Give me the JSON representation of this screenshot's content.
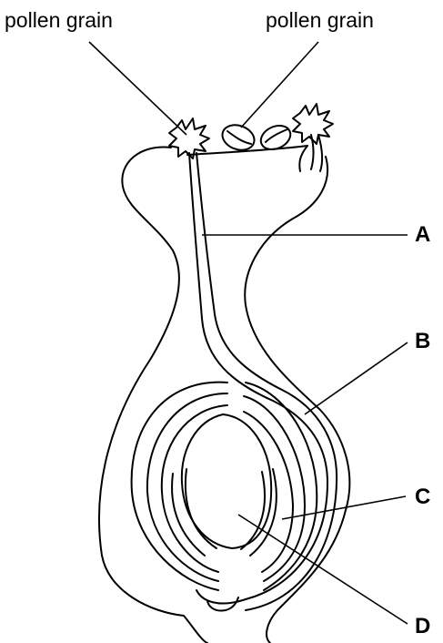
{
  "labels": {
    "pollen_left": "pollen grain",
    "pollen_right": "pollen grain",
    "a": "A",
    "b": "B",
    "c": "C",
    "d": "D"
  }
}
